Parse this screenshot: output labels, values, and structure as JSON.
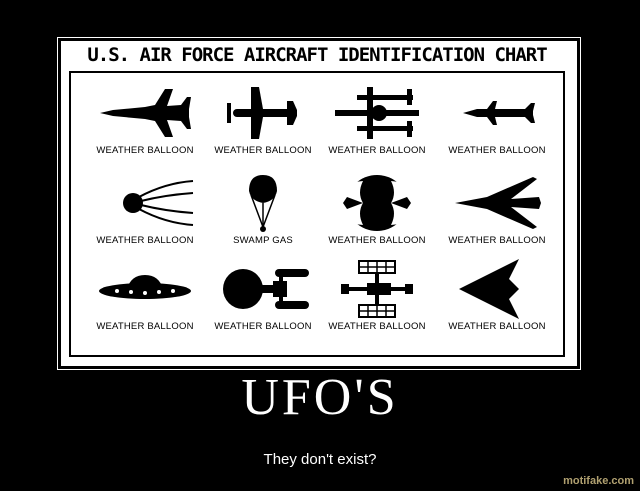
{
  "poster": {
    "chart_title": "U.S. AIR FORCE AIRCRAFT IDENTIFICATION CHART",
    "cells": [
      {
        "icon": "jet-fighter-icon",
        "label": "WEATHER BALLOON"
      },
      {
        "icon": "propeller-plane-icon",
        "label": "WEATHER BALLOON"
      },
      {
        "icon": "twin-boom-fighter-icon",
        "label": "WEATHER BALLOON"
      },
      {
        "icon": "missile-icon",
        "label": "WEATHER BALLOON"
      },
      {
        "icon": "sputnik-icon",
        "label": "WEATHER BALLOON"
      },
      {
        "icon": "parachute-icon",
        "label": "SWAMP GAS"
      },
      {
        "icon": "batwing-icon",
        "label": "WEATHER BALLOON"
      },
      {
        "icon": "swept-wing-jet-icon",
        "label": "WEATHER BALLOON"
      },
      {
        "icon": "flying-saucer-icon",
        "label": "WEATHER BALLOON"
      },
      {
        "icon": "starship-icon",
        "label": "WEATHER BALLOON"
      },
      {
        "icon": "space-station-icon",
        "label": "WEATHER BALLOON"
      },
      {
        "icon": "stealth-bomber-icon",
        "label": "WEATHER BALLOON"
      }
    ]
  },
  "headline": "UFO'S",
  "tagline": "They don't exist?",
  "site": "motifake.com"
}
